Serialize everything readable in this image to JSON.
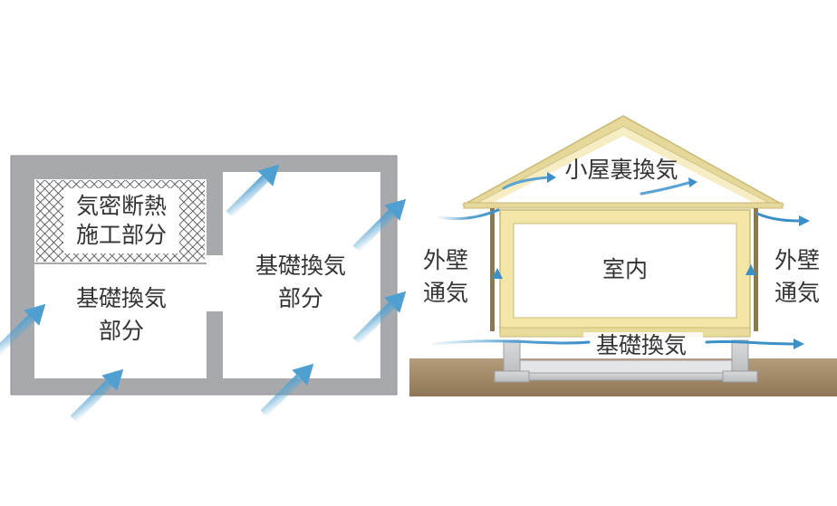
{
  "plan": {
    "insulation_line1": "気密断熱",
    "insulation_line2": "施工部分",
    "left_room_line1": "基礎換気",
    "left_room_line2": "部分",
    "right_room_line1": "基礎換気",
    "right_room_line2": "部分"
  },
  "section": {
    "attic_label": "小屋裏換気",
    "room_label": "室内",
    "foundation_label": "基礎換気",
    "left_wall_line1": "外壁",
    "left_wall_line2": "通気",
    "right_wall_line1": "外壁",
    "right_wall_line2": "通気"
  },
  "colors": {
    "plan_wall": "#a7a9ad",
    "airflow": "#6aaed6",
    "ground": "#a08868",
    "room_frame": "#f3e6a6",
    "label_text": "#333333"
  }
}
